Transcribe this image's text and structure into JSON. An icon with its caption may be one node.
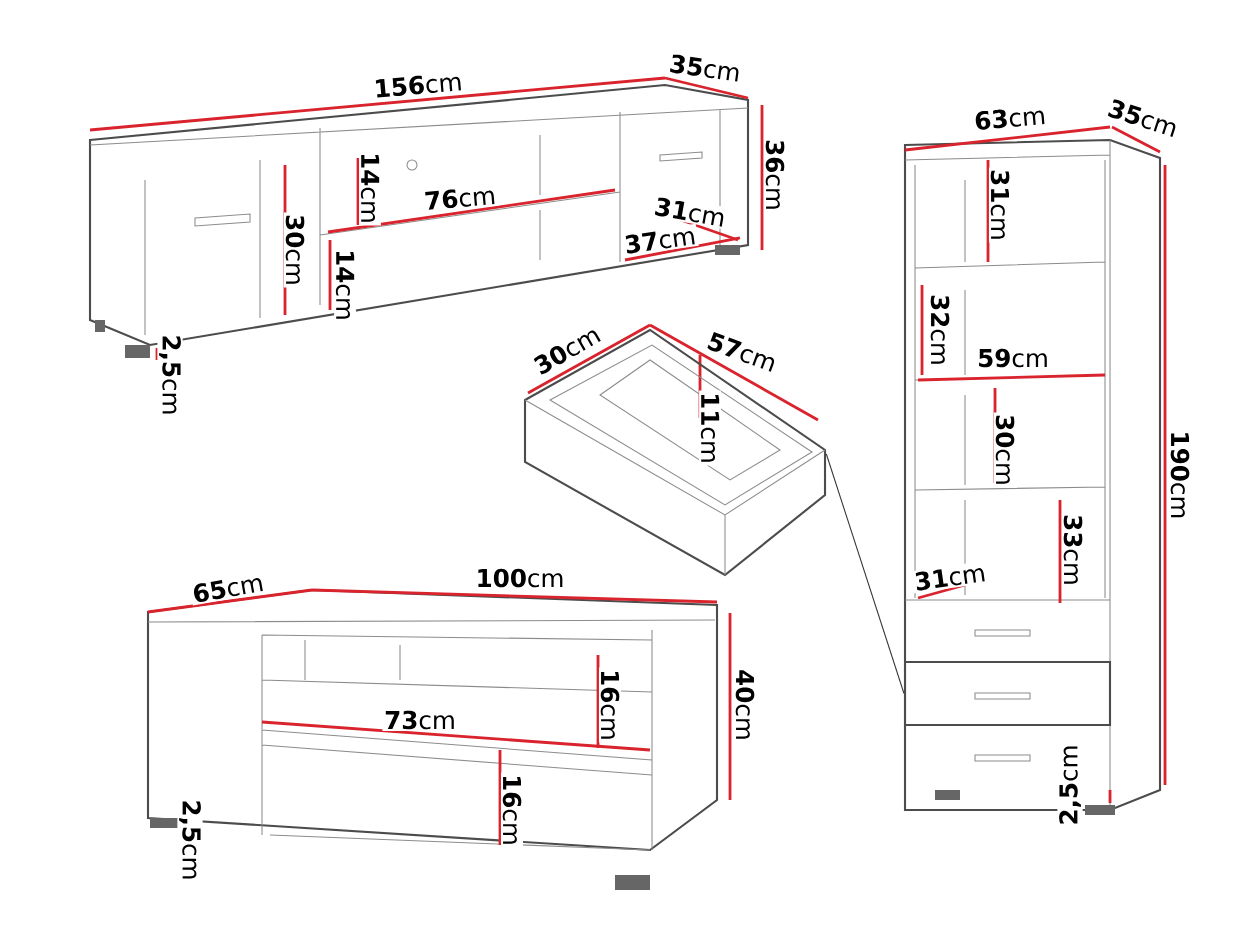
{
  "diagram": {
    "nodes": [
      {
        "text": [],
        "shape": "picture"
      },
      {
        "text": [],
        "shape": "box"
      }
    ],
    "edges": [
      {
        "from": 0,
        "to": 1,
        "arrow": "none"
      }
    ],
    "labels": [
      "**156**cm",
      "**35**cm",
      "**36**cm",
      "**14**cm",
      "**76**cm",
      "**30**cm",
      "**31**cm",
      "**37**cm",
      "**14**cm",
      "**2,5**cm",
      "**63**cm",
      "**35**cm",
      "**31**cm",
      "**32**cm",
      "**59**cm",
      "**30**cm",
      "**190**cm",
      "**33**cm",
      "**31**cm",
      "**2,5**cm",
      "**30**cm",
      "**57**cm",
      "**11**cm",
      "**65**cm",
      "**100**cm",
      "**16**cm",
      "**40**cm",
      "**73**cm",
      "**16**cm",
      "**2,5**cm"
    ]
  }
}
